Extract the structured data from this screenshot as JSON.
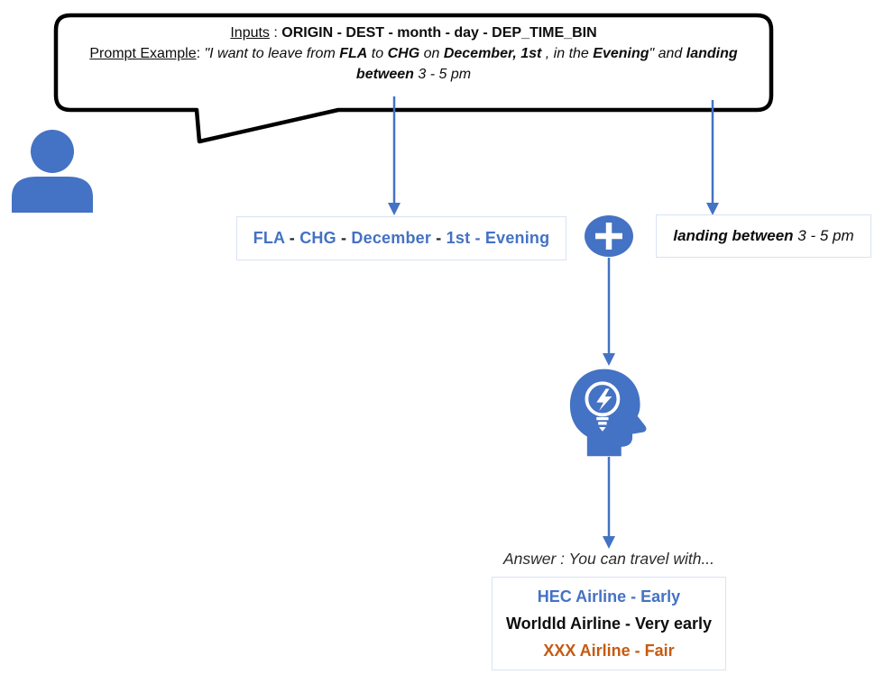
{
  "colors": {
    "accent_blue": "#4472C4",
    "answer_orange": "#C55A11",
    "box_border": "#d9e2f3",
    "bubble_border": "#000000"
  },
  "bubble": {
    "line1": [
      {
        "text": "Inputs",
        "style": "underline"
      },
      {
        "text": " : ",
        "style": "plain"
      },
      {
        "text": "ORIGIN - DEST - month - day - DEP_TIME_BIN",
        "style": "bold"
      }
    ],
    "line2": [
      {
        "text": "Prompt Example",
        "style": "underline"
      },
      {
        "text": ": ",
        "style": "plain"
      },
      {
        "text": "\"I want to leave from ",
        "style": "italic"
      },
      {
        "text": "FLA",
        "style": "bold-italic"
      },
      {
        "text": " to ",
        "style": "italic"
      },
      {
        "text": "CHG",
        "style": "bold-italic"
      },
      {
        "text": " on ",
        "style": "italic"
      },
      {
        "text": "December, 1st",
        "style": "bold-italic"
      },
      {
        "text": " , in the ",
        "style": "italic"
      },
      {
        "text": "Evening",
        "style": "bold-italic"
      },
      {
        "text": "\" and ",
        "style": "italic"
      },
      {
        "text": "landing",
        "style": "bold-italic"
      }
    ],
    "line3": [
      {
        "text": "between",
        "style": "bold-italic"
      },
      {
        "text": " 3 - 5 pm",
        "style": "italic"
      }
    ]
  },
  "inputs_box": {
    "segments": [
      {
        "text": "FLA"
      },
      {
        "text": " - "
      },
      {
        "text": "CHG"
      },
      {
        "text": " - "
      },
      {
        "text": "December"
      },
      {
        "text": " - "
      },
      {
        "text": "1st"
      },
      {
        "text": " - "
      },
      {
        "text": "Evening"
      }
    ]
  },
  "constraint_box": {
    "segments": [
      {
        "text": "landing between",
        "style": "bold-italic"
      },
      {
        "text": " 3 - 5 pm",
        "style": "italic"
      }
    ]
  },
  "answer": {
    "label": "Answer : You can travel with...",
    "options": [
      {
        "text": "HEC Airline - Early",
        "color": "blue"
      },
      {
        "text": "Worldld Airline - Very early",
        "color": "black"
      },
      {
        "text": "XXX Airline - Fair",
        "color": "orange"
      }
    ]
  }
}
